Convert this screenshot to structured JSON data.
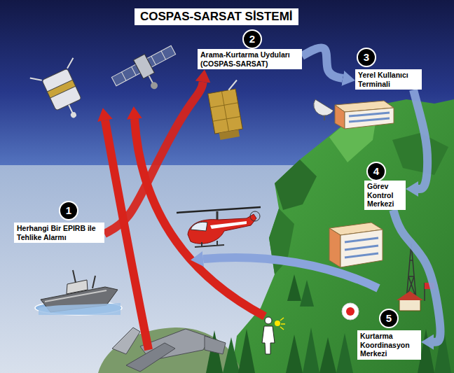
{
  "diagram": {
    "title": "COSPAS-SARSAT SİSTEMİ",
    "nodes": [
      {
        "text": [
          "Herhangi Bir EPIRB ile Tehlike Alarmı"
        ]
      },
      {
        "text": [
          "Arama-Kurtarma Uyduları (COSPAS-SARSAT)"
        ]
      },
      {
        "text": [
          "Yerel Kullanıcı Terminali"
        ]
      },
      {
        "text": [
          "Görev Kontrol Merkezi"
        ]
      },
      {
        "text": [
          "Kurtarma Koordinasyon Merkezi"
        ]
      }
    ],
    "edges": [
      {
        "from": 0,
        "to": 1,
        "arrow": "to"
      },
      {
        "from": 1,
        "to": 2,
        "arrow": "to"
      },
      {
        "from": 2,
        "to": 3,
        "arrow": "to"
      },
      {
        "from": 3,
        "to": 4,
        "arrow": "to"
      }
    ],
    "labels": [
      "1",
      "2",
      "3",
      "4",
      "5"
    ]
  }
}
